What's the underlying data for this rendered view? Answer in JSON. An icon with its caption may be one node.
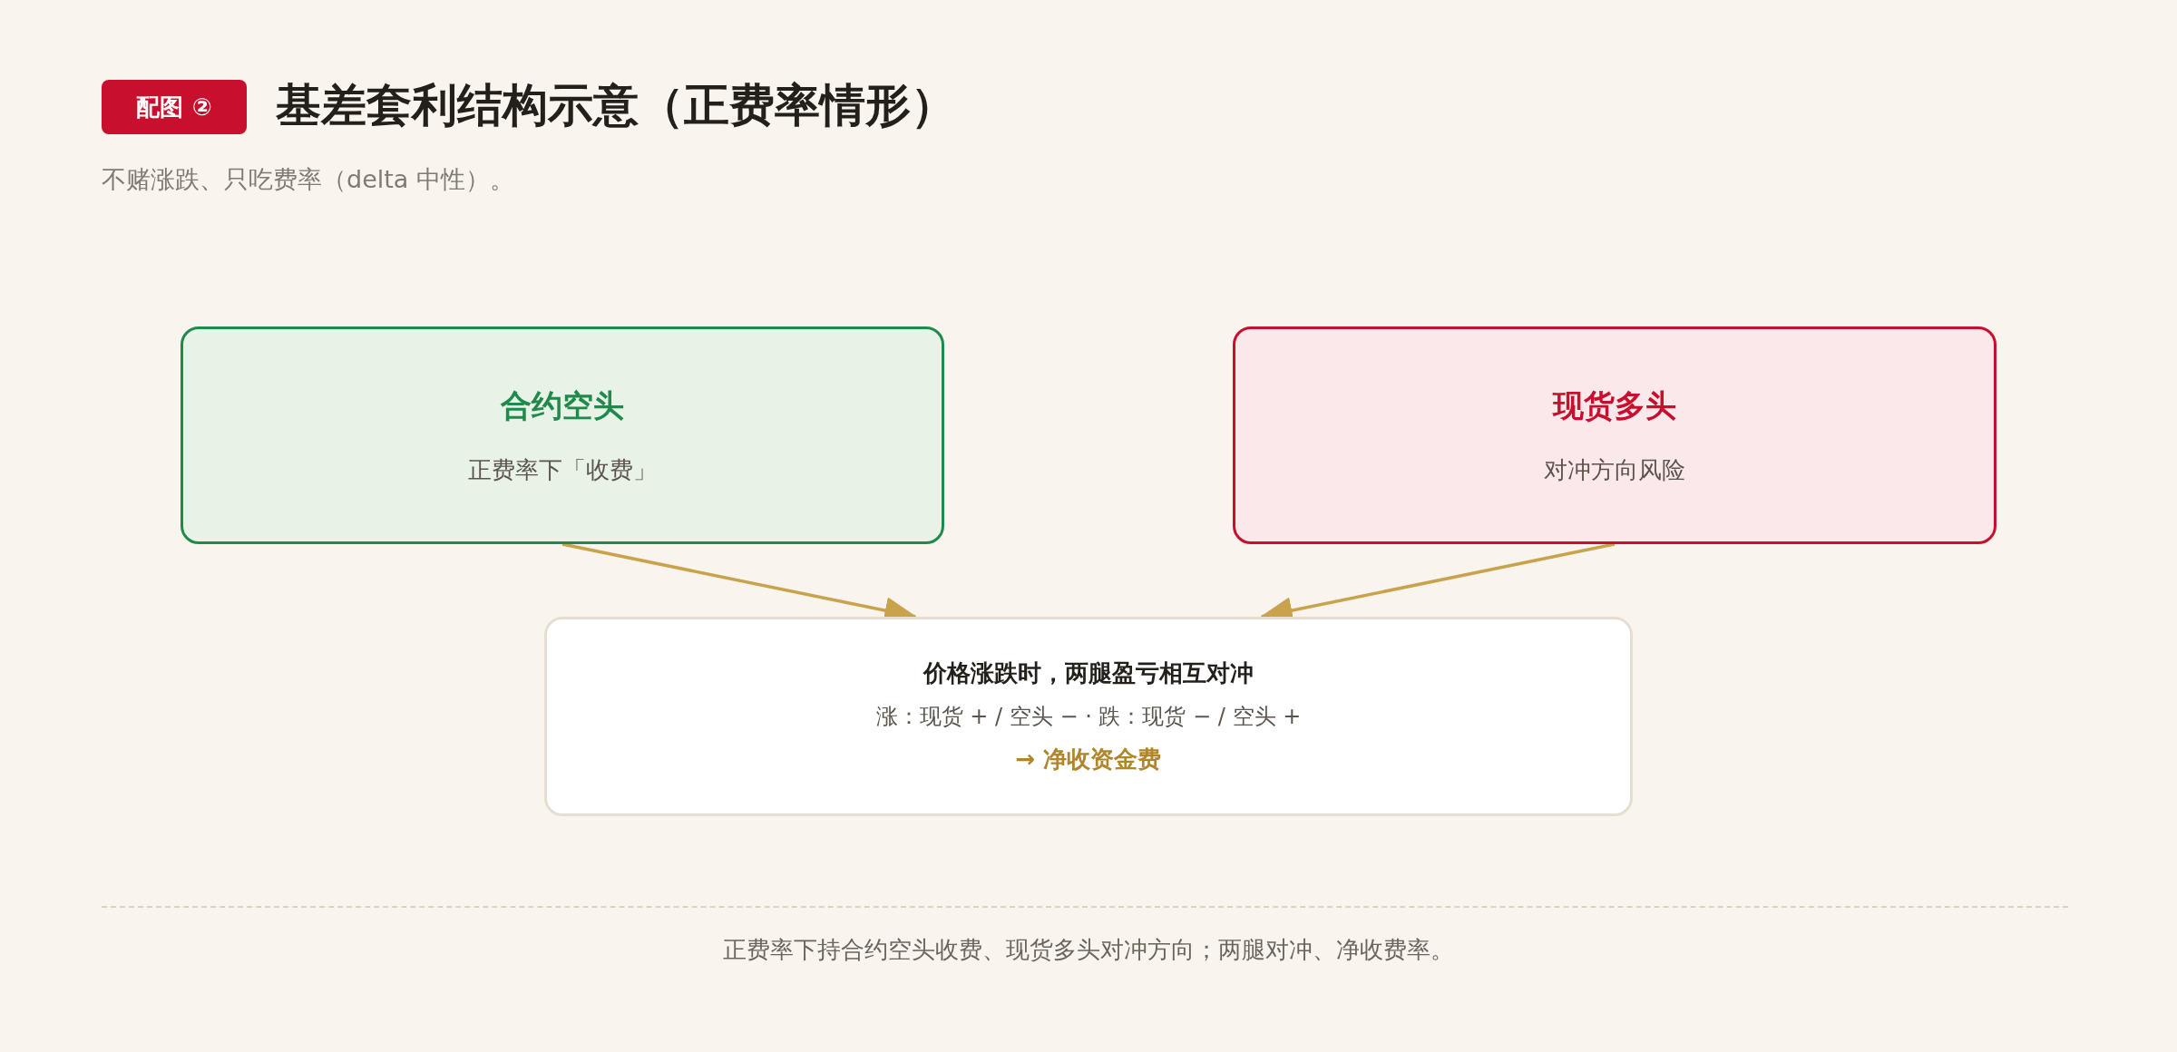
{
  "diagram": {
    "title": "基差套利结构示意（正费率情形）",
    "caption": "正费率下持合约空头收费、现货多头对冲方向；两腿对冲、净收费率。",
    "nodes": [
      {
        "text": [
          "合约空头",
          "正费率下「收费」"
        ]
      },
      {
        "text": [
          "现货多头",
          "对冲方向风险"
        ]
      },
      {
        "text": [
          "价格涨跌时，两腿盈亏相互对冲",
          "涨：现货 + / 空头 − · 跌：现货 − / 空头 +",
          "→ 净收资金费"
        ]
      }
    ],
    "edges": [
      {
        "from": 0,
        "to": 2,
        "arrow": "to"
      },
      {
        "from": 1,
        "to": 2,
        "arrow": "to"
      }
    ],
    "labels": [
      "配图 ②",
      "不赌涨跌、只吃费率（delta 中性）。"
    ]
  }
}
